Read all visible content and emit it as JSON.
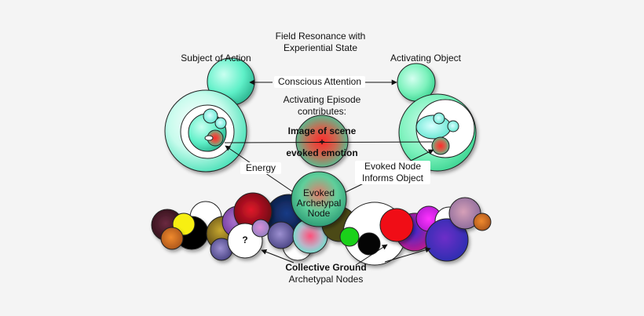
{
  "header": {
    "title_line1": "Field Resonance with",
    "title_line2": "Experiential State"
  },
  "left": {
    "title": "Subject of Action"
  },
  "right": {
    "title": "Activating Object"
  },
  "attention": {
    "label": "Conscious Attention"
  },
  "episode": {
    "caption_line1": "Activating Episode",
    "caption_line2": "contributes:",
    "center_line1": "Image of scene",
    "center_line2": "+",
    "center_line3": "evoked emotion"
  },
  "energy": {
    "label": "Energy"
  },
  "evoked": {
    "line1": "Evoked Node",
    "line2": "Informs Object"
  },
  "archetypal": {
    "line1": "Evoked",
    "line2": "Archetypal",
    "line3": "Node"
  },
  "ground": {
    "question_mark": "?",
    "line1": "Collective Ground",
    "line2": "Archetypal Nodes"
  }
}
